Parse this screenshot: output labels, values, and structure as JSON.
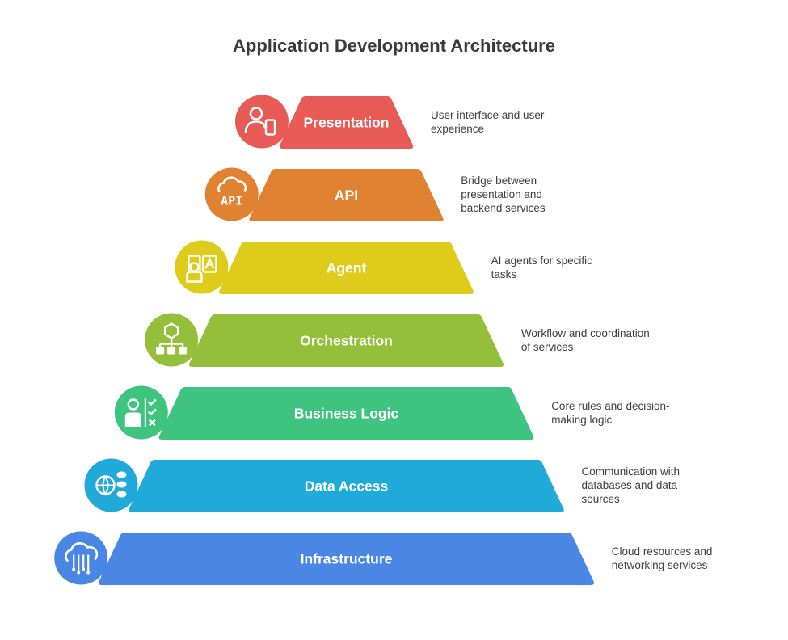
{
  "title": "Application Development Architecture",
  "layers": [
    {
      "label": "Presentation",
      "description": "User interface and user experience",
      "color": "#E85A56",
      "icon": "user-phone-icon"
    },
    {
      "label": "API",
      "description": "Bridge between presentation and backend services",
      "color": "#E08232",
      "icon": "api-cloud-icon"
    },
    {
      "label": "Agent",
      "description": "AI agents for specific tasks",
      "color": "#DFCB1A",
      "icon": "ai-agent-icon"
    },
    {
      "label": "Orchestration",
      "description": "Workflow and coordination of services",
      "color": "#93BF3A",
      "icon": "hierarchy-icon"
    },
    {
      "label": "Business Logic",
      "description": "Core rules and decision-making logic",
      "color": "#3EC47F",
      "icon": "decision-checklist-icon"
    },
    {
      "label": "Data Access",
      "description": "Communication with databases and data sources",
      "color": "#1FAAD9",
      "icon": "globe-database-icon"
    },
    {
      "label": "Infrastructure",
      "description": "Cloud resources and networking services",
      "color": "#4A86E3",
      "icon": "cloud-circuit-icon"
    }
  ]
}
